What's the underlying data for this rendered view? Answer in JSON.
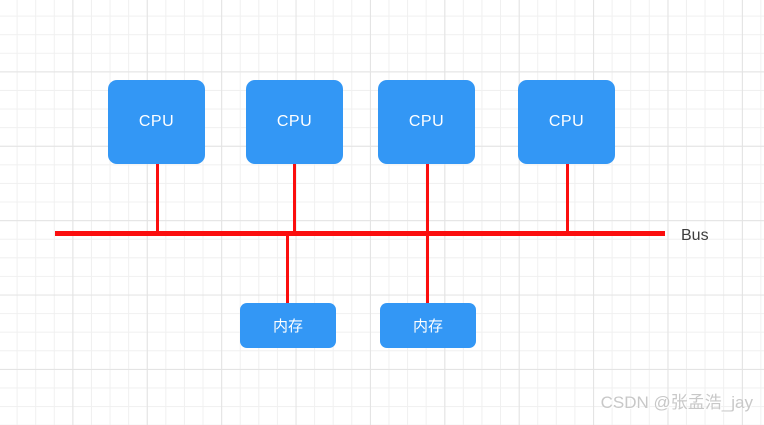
{
  "diagram": {
    "cpu_nodes": [
      {
        "label": "CPU"
      },
      {
        "label": "CPU"
      },
      {
        "label": "CPU"
      },
      {
        "label": "CPU"
      }
    ],
    "memory_nodes": [
      {
        "label": "内存"
      },
      {
        "label": "内存"
      }
    ],
    "bus_label": "Bus",
    "colors": {
      "node_fill": "#3397F5",
      "node_text": "#FFFFFF",
      "bus_line": "#FB0E0E",
      "connector_line": "#FB0E0E",
      "bus_label_text": "#3D3D3D",
      "grid_minor": "#F0F0F0",
      "grid_major": "#E3E3E3",
      "background": "#FFFFFF",
      "watermark_text": "#C8C8C8"
    }
  },
  "watermark": {
    "text": "CSDN @张孟浩_jay"
  }
}
